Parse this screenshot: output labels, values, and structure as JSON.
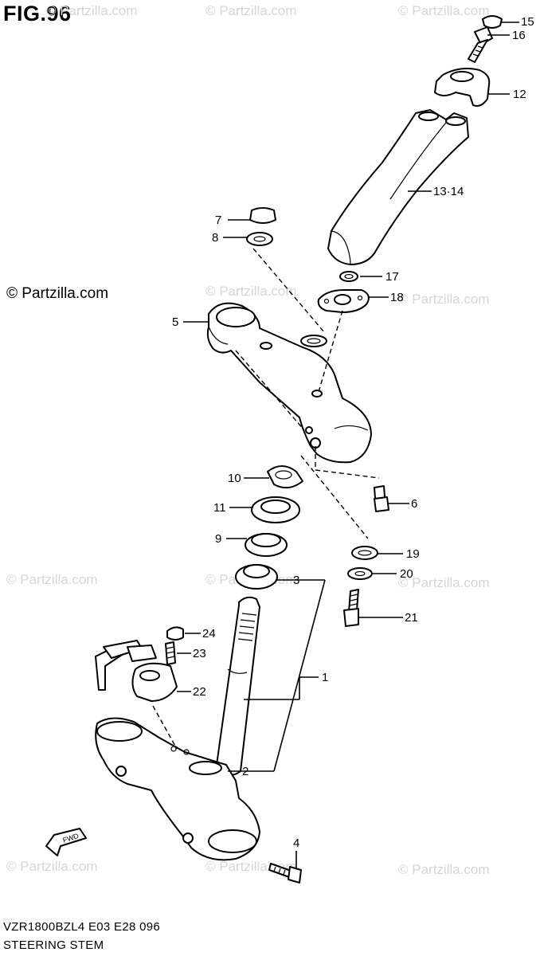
{
  "figure": {
    "title": "FIG.96"
  },
  "copyright": "© Partzilla.com",
  "watermark_text": "© Partzilla.com",
  "footer": {
    "model_code": "VZR1800BZL4  E03  E28  096",
    "section_name": "STEERING STEM"
  },
  "callouts": [
    {
      "id": "c15",
      "label": "15"
    },
    {
      "id": "c16",
      "label": "16"
    },
    {
      "id": "c12",
      "label": "12"
    },
    {
      "id": "c13",
      "label": "13·14"
    },
    {
      "id": "c7",
      "label": "7"
    },
    {
      "id": "c8",
      "label": "8"
    },
    {
      "id": "c17",
      "label": "17"
    },
    {
      "id": "c18",
      "label": "18"
    },
    {
      "id": "c5",
      "label": "5"
    },
    {
      "id": "c10",
      "label": "10"
    },
    {
      "id": "c6",
      "label": "6"
    },
    {
      "id": "c11",
      "label": "11"
    },
    {
      "id": "c9",
      "label": "9"
    },
    {
      "id": "c19",
      "label": "19"
    },
    {
      "id": "c20",
      "label": "20"
    },
    {
      "id": "c3",
      "label": "3"
    },
    {
      "id": "c21",
      "label": "21"
    },
    {
      "id": "c24",
      "label": "24"
    },
    {
      "id": "c23",
      "label": "23"
    },
    {
      "id": "c1",
      "label": "1"
    },
    {
      "id": "c22",
      "label": "22"
    },
    {
      "id": "c2",
      "label": "2"
    },
    {
      "id": "c4",
      "label": "4"
    }
  ],
  "fwd_label": "FWD"
}
